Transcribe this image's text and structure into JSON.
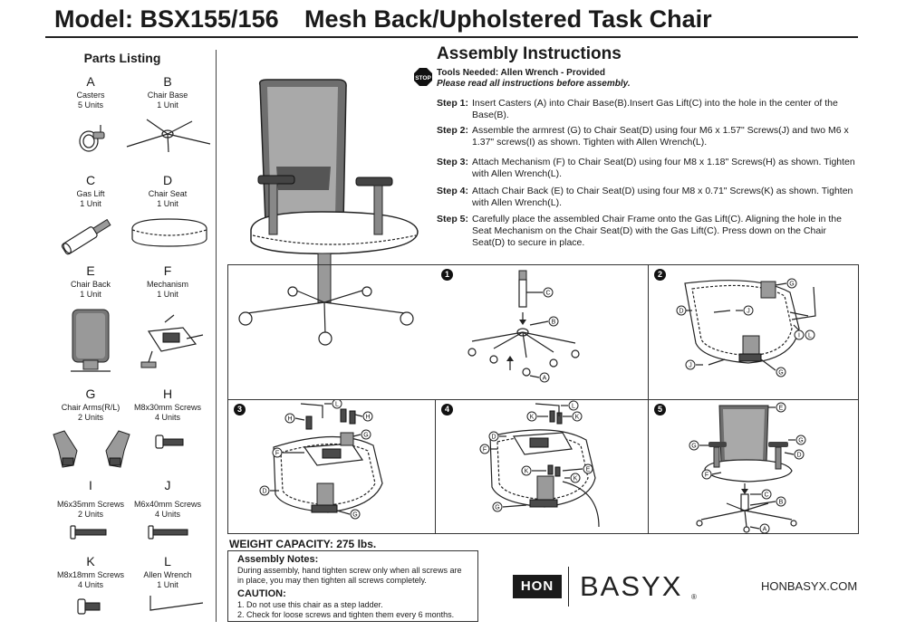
{
  "header": {
    "model": "Model: BSX155/156",
    "product": "Mesh Back/Upholstered Task Chair"
  },
  "parts_listing": {
    "heading": "Parts Listing",
    "items": [
      {
        "letter": "A",
        "name": "Casters",
        "qty": "5 Units"
      },
      {
        "letter": "B",
        "name": "Chair Base",
        "qty": "1 Unit"
      },
      {
        "letter": "C",
        "name": "Gas Lift",
        "qty": "1 Unit"
      },
      {
        "letter": "D",
        "name": "Chair Seat",
        "qty": "1 Unit"
      },
      {
        "letter": "E",
        "name": "Chair Back",
        "qty": "1 Unit"
      },
      {
        "letter": "F",
        "name": "Mechanism",
        "qty": "1 Unit"
      },
      {
        "letter": "G",
        "name": "Chair Arms(R/L)",
        "qty": "2 Units"
      },
      {
        "letter": "H",
        "name": "M8x30mm Screws",
        "qty": "4 Units"
      },
      {
        "letter": "I",
        "name": "M6x35mm Screws",
        "qty": "2 Units"
      },
      {
        "letter": "J",
        "name": "M6x40mm Screws",
        "qty": "4 Units"
      },
      {
        "letter": "K",
        "name": "M8x18mm Screws",
        "qty": "4 Units"
      },
      {
        "letter": "L",
        "name": "Allen Wrench",
        "qty": "1 Unit"
      }
    ]
  },
  "assembly": {
    "heading": "Assembly Instructions",
    "stop_icon_text": "STOP",
    "tools_needed": "Tools Needed: Allen Wrench - Provided",
    "read_notice": "Please read all instructions before assembly.",
    "steps": [
      {
        "label": "Step 1:",
        "text": "Insert Casters (A) into Chair Base(B).Insert Gas Lift(C) into the hole in the center of the Base(B)."
      },
      {
        "label": "Step 2:",
        "text": "Assemble the armrest (G) to Chair Seat(D) using four M6 x 1.57\" Screws(J) and two M6 x 1.37\" screws(I) as shown. Tighten with Allen Wrench(L)."
      },
      {
        "label": "Step 3:",
        "text": "Attach Mechanism (F) to Chair Seat(D) using four M8 x 1.18\" Screws(H) as shown. Tighten with Allen Wrench(L)."
      },
      {
        "label": "Step 4:",
        "text": "Attach Chair Back (E) to Chair Seat(D) using four M8 x 0.71\" Screws(K) as shown. Tighten with Allen Wrench(L)."
      },
      {
        "label": "Step 5:",
        "text": "Carefully place the assembled Chair Frame onto the Gas Lift(C). Aligning the hole in the Seat Mechanism on the Chair Seat(D) with the Gas Lift(C). Press down on the Chair Seat(D) to secure in place."
      }
    ]
  },
  "diagram_numbers": [
    "1",
    "2",
    "3",
    "4",
    "5"
  ],
  "diagram_labels": [
    "A",
    "B",
    "C",
    "D",
    "E",
    "F",
    "G",
    "H",
    "I",
    "J",
    "K",
    "L"
  ],
  "weight_capacity": "WEIGHT CAPACITY: 275 lbs.",
  "notes": {
    "title": "Assembly Notes:",
    "text": "During assembly, hand tighten screw only when all screws are in place, you may then tighten all screws completely.",
    "caution_title": "CAUTION:",
    "cautions": [
      "1. Do not use this chair as a step ladder.",
      "2. Check for loose screws and tighten them every 6 months."
    ]
  },
  "branding": {
    "hon": "HON",
    "basyx": "BASYX",
    "registered": "®",
    "website": "HONBASYX.COM"
  }
}
